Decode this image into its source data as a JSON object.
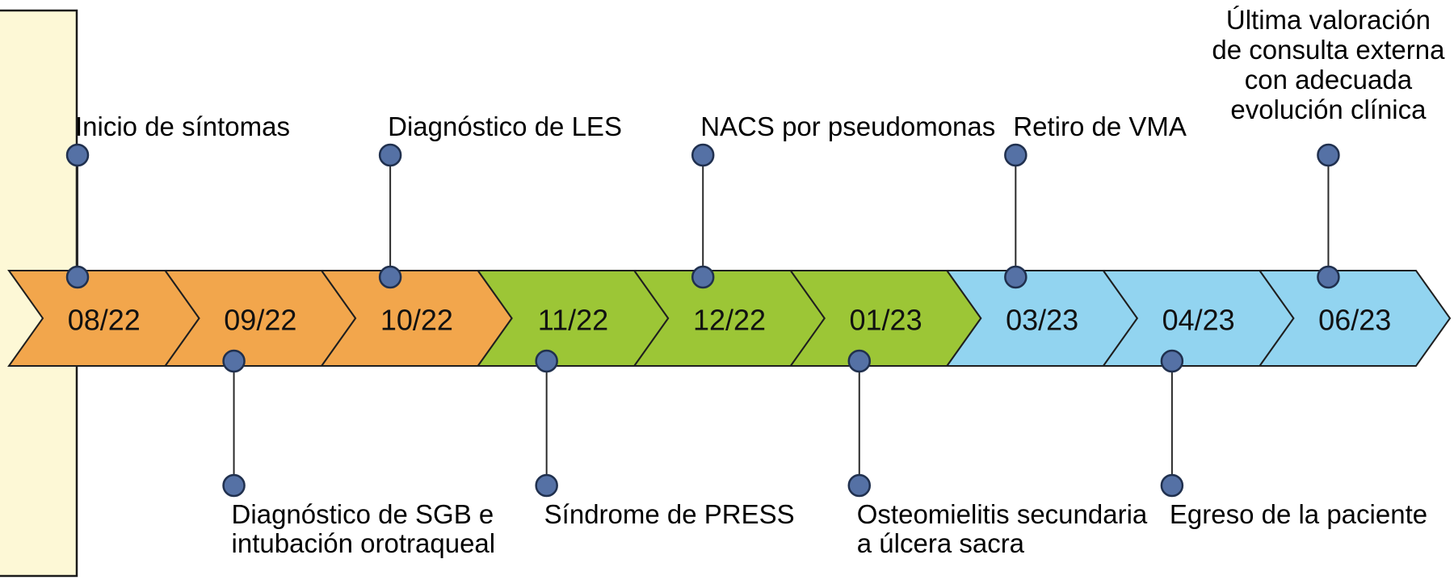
{
  "figure": {
    "kind": "clinical-timeline",
    "months": [
      {
        "label": "08/22",
        "phase": "orange"
      },
      {
        "label": "09/22",
        "phase": "orange"
      },
      {
        "label": "10/22",
        "phase": "orange"
      },
      {
        "label": "11/22",
        "phase": "green"
      },
      {
        "label": "12/22",
        "phase": "green"
      },
      {
        "label": "01/23",
        "phase": "green"
      },
      {
        "label": "03/23",
        "phase": "blue"
      },
      {
        "label": "04/23",
        "phase": "blue"
      },
      {
        "label": "06/23",
        "phase": "blue"
      }
    ],
    "events": [
      {
        "col": 0,
        "side": "above",
        "align": "left",
        "lines": [
          "Inicio de síntomas"
        ]
      },
      {
        "col": 1,
        "side": "below",
        "align": "left",
        "lines": [
          "Diagnóstico de SGB e",
          "intubación orotraqueal"
        ]
      },
      {
        "col": 2,
        "side": "above",
        "align": "left",
        "lines": [
          "Diagnóstico de LES"
        ]
      },
      {
        "col": 3,
        "side": "below",
        "align": "left",
        "lines": [
          "Síndrome de PRESS"
        ]
      },
      {
        "col": 4,
        "side": "above",
        "align": "left",
        "lines": [
          "NACS por pseudomonas"
        ]
      },
      {
        "col": 5,
        "side": "below",
        "align": "left",
        "lines": [
          "Osteomielitis secundaria",
          "a úlcera sacra"
        ]
      },
      {
        "col": 6,
        "side": "above",
        "align": "left",
        "lines": [
          "Retiro de VMA"
        ]
      },
      {
        "col": 7,
        "side": "below",
        "align": "left",
        "lines": [
          "Egreso de la paciente"
        ]
      },
      {
        "col": 8,
        "side": "above",
        "align": "center",
        "lines": [
          "Última valoración",
          "de consulta externa",
          "con adecuada",
          "evolución clínica"
        ]
      }
    ],
    "colors": {
      "orange": "#F2A64C",
      "green": "#9CC636",
      "blue": "#92D4F0",
      "segment_border": "#1F1F1F",
      "dot_fill": "#5571A5",
      "dot_border": "#20304E",
      "connector": "#2B2B2B",
      "box_fill": "#FDF8D6",
      "box_border": "#1A1A1A",
      "text": "#000000"
    }
  }
}
